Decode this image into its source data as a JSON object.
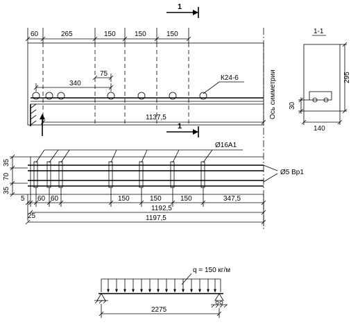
{
  "elevation": {
    "dims_top": [
      "60",
      "265",
      "150",
      "150",
      "150"
    ],
    "dim_75": "75",
    "dim_340": "340",
    "frame_label": "К24-6",
    "dim_1137": "1137,5",
    "dim_30": "30",
    "symmetry_axis": "Ось симметрии"
  },
  "section_marks": {
    "top": "1",
    "bottom": "1"
  },
  "cross_section": {
    "title": "1-1",
    "height": "295",
    "width": "140"
  },
  "plan": {
    "left_dims": [
      "35",
      "70",
      "35"
    ],
    "bar_label": "Ø16А1",
    "wire_label": "Ø5 Вр1",
    "bottom_dims": [
      "5",
      "60",
      "60",
      "150",
      "150",
      "150",
      "347,5"
    ],
    "dim_1192": "1192,5",
    "dim_25": "25",
    "dim_1197": "1197,5"
  },
  "load_scheme": {
    "load_label": "q = 150 кг/м",
    "span": "2275"
  }
}
